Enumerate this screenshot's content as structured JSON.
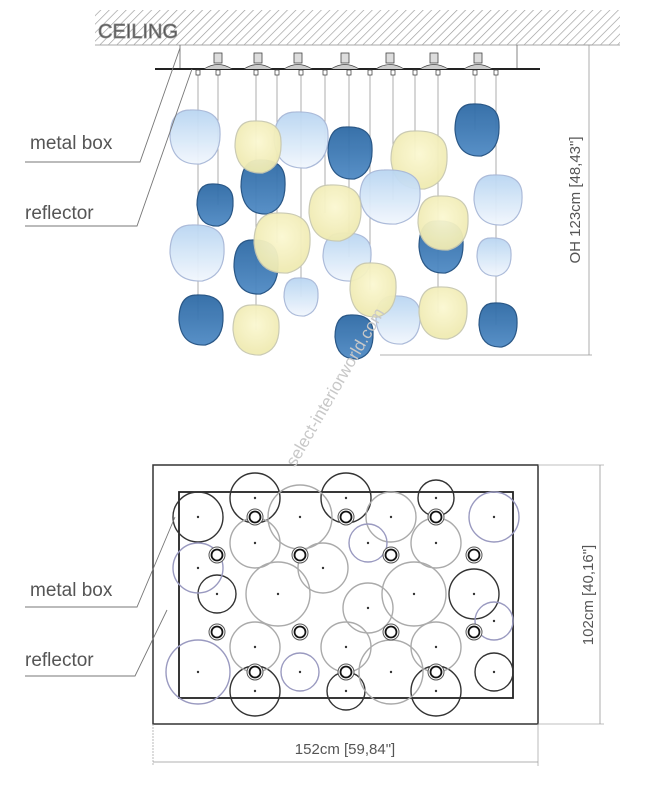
{
  "side_view": {
    "ceiling_label": "CEILING",
    "metal_box_label": "metal box",
    "reflector_label": "reflector",
    "height_dimension": "OH 123cm [48,43\"]"
  },
  "top_view": {
    "metal_box_label": "metal box",
    "reflector_label": "reflector",
    "width_dimension": "152cm [59,84\"]",
    "depth_dimension": "102cm [40,16\"]"
  },
  "watermark": "select-interiorworld.com",
  "colors": {
    "dark_blue": "#3d78b0",
    "light_blue": "#d4e6f7",
    "yellow": "#f6f3c4",
    "line": "#333333"
  }
}
